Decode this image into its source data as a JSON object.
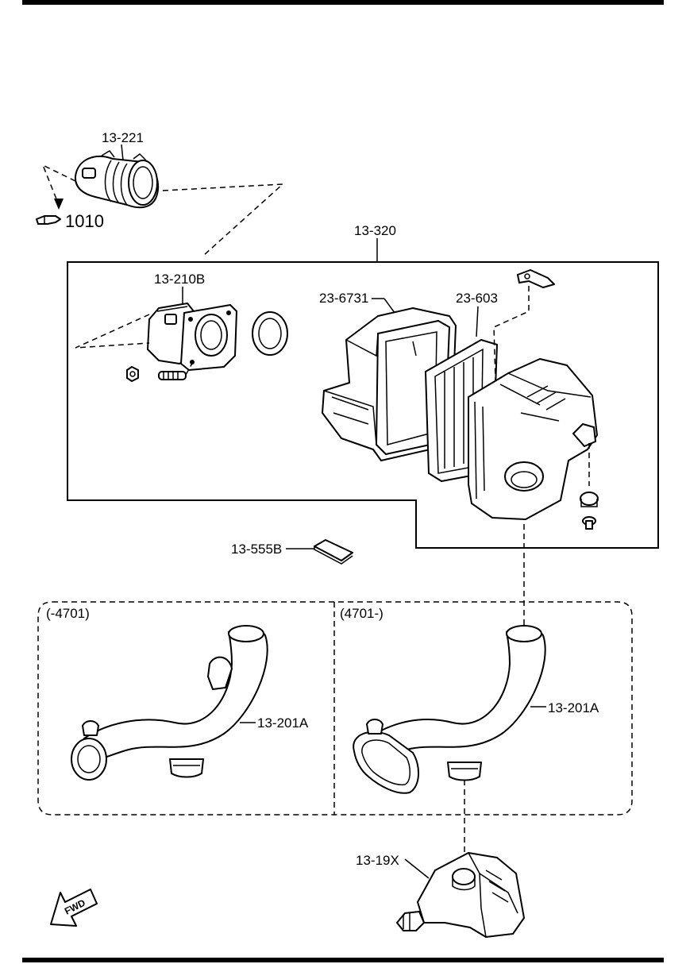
{
  "labels": {
    "p13_221": "13-221",
    "ref_1010": "1010",
    "p13_320": "13-320",
    "p13_210b": "13-210B",
    "p23_6731": "23-6731",
    "p23_603": "23-603",
    "p13_555b": "13-555B",
    "group_left": "(-4701)",
    "group_right": "(4701-)",
    "p13_201a_left": "13-201A",
    "p13_201a_right": "13-201A",
    "p13_19x": "13-19X",
    "fwd": "FWD"
  }
}
